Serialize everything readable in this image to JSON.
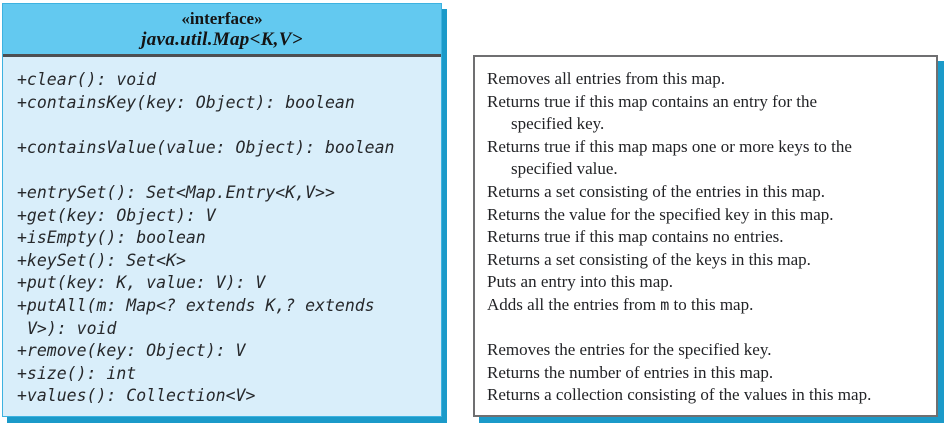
{
  "uml": {
    "stereotype": "«interface»",
    "name": "java.util.Map<K,V>",
    "methods": [
      "+clear(): void",
      "+containsKey(key: Object): boolean",
      "",
      "+containsValue(value: Object): boolean",
      "",
      "+entrySet(): Set<Map.Entry<K,V>>",
      "+get(key: Object): V",
      "+isEmpty(): boolean",
      "+keySet(): Set<K>",
      "+put(key: K, value: V): V",
      "+putAll(m: Map<? extends K,? extends",
      "V>): void",
      "+remove(key: Object): V",
      "+size(): int",
      "+values(): Collection<V>"
    ]
  },
  "desc": {
    "lines": [
      "Removes all entries from this map.",
      "Returns true if this map contains an entry for the",
      "specified key.",
      "Returns true if this map maps one or more keys to the",
      "specified value.",
      "Returns a set consisting of the entries in this map.",
      "Returns the value for the specified key in this map.",
      "Returns true if this map contains no entries.",
      "Returns a set consisting of the keys in this map.",
      "Puts an entry into this map.",
      {
        "pre": "Adds all the entries from ",
        "mono": "m",
        "post": " to this map."
      },
      "",
      "Removes the entries for the specified key.",
      "Returns the number of entries in this map.",
      "Returns a collection consisting of the values in this map."
    ]
  },
  "colors": {
    "header_fill": "#63c9f0",
    "body_fill": "#d9eefa",
    "shadow_blue": "#1b9ac9",
    "desc_border": "#6f6f71",
    "text": "#222326"
  }
}
